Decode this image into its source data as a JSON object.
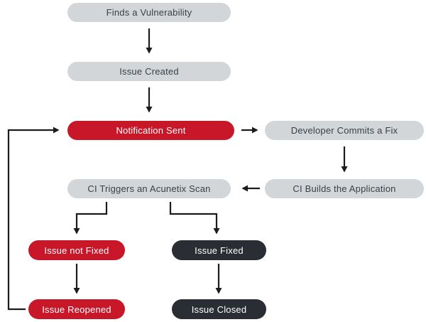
{
  "diagram": {
    "title": "Vulnerability issue lifecycle flowchart",
    "colors": {
      "node_gray": "#d2d6d8",
      "node_red": "#c9172a",
      "node_dark": "#2a2d33",
      "arrow": "#1c1c1c",
      "text_on_gray": "#3a4045",
      "text_on_color": "#ffffff"
    },
    "nodes": [
      {
        "id": "finds-a-vulnerability",
        "label": "Finds a Vulnerability",
        "style": "gray"
      },
      {
        "id": "issue-created",
        "label": "Issue Created",
        "style": "gray"
      },
      {
        "id": "notification-sent",
        "label": "Notification Sent",
        "style": "red"
      },
      {
        "id": "developer-commits-a-fix",
        "label": "Developer Commits a Fix",
        "style": "gray"
      },
      {
        "id": "ci-builds-the-application",
        "label": "CI Builds the Application",
        "style": "gray"
      },
      {
        "id": "ci-triggers-an-acunetix-scan",
        "label": "CI Triggers an Acunetix Scan",
        "style": "gray"
      },
      {
        "id": "issue-not-fixed",
        "label": "Issue not Fixed",
        "style": "red"
      },
      {
        "id": "issue-fixed",
        "label": "Issue Fixed",
        "style": "dark"
      },
      {
        "id": "issue-reopened",
        "label": "Issue Reopened",
        "style": "red"
      },
      {
        "id": "issue-closed",
        "label": "Issue Closed",
        "style": "dark"
      }
    ],
    "edges": [
      {
        "from": "finds-a-vulnerability",
        "to": "issue-created"
      },
      {
        "from": "issue-created",
        "to": "notification-sent"
      },
      {
        "from": "notification-sent",
        "to": "developer-commits-a-fix"
      },
      {
        "from": "developer-commits-a-fix",
        "to": "ci-builds-the-application"
      },
      {
        "from": "ci-builds-the-application",
        "to": "ci-triggers-an-acunetix-scan"
      },
      {
        "from": "ci-triggers-an-acunetix-scan",
        "to": "issue-not-fixed"
      },
      {
        "from": "ci-triggers-an-acunetix-scan",
        "to": "issue-fixed"
      },
      {
        "from": "issue-not-fixed",
        "to": "issue-reopened"
      },
      {
        "from": "issue-fixed",
        "to": "issue-closed"
      },
      {
        "from": "issue-reopened",
        "to": "notification-sent"
      }
    ]
  }
}
